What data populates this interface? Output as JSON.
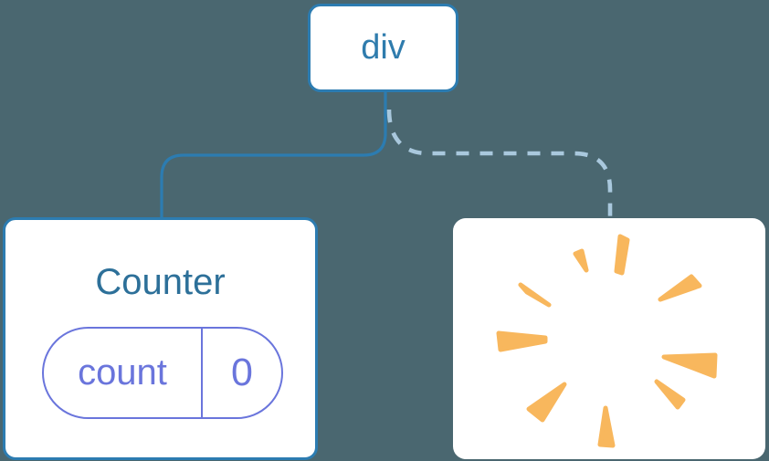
{
  "diagram": {
    "type": "react-render-tree",
    "root_node": {
      "label": "div"
    },
    "child_node": {
      "title": "Counter",
      "state_pill": {
        "key": "count",
        "value": "0"
      }
    },
    "removed_node": {
      "icon": "poof-sparks-icon",
      "meaning": "component removed from tree"
    },
    "edges": [
      {
        "from": "div",
        "to": "Counter",
        "style": "solid"
      },
      {
        "from": "div",
        "to": "removed",
        "style": "dashed"
      }
    ],
    "colors": {
      "canvas_bg": "#4A6770",
      "node_border": "#2C7CB1",
      "node_label": "#2F7CAD",
      "counter_title": "#2D7099",
      "solid_edge": "#2C7CB1",
      "dashed_edge": "#A9C8DD",
      "state_accent": "#6A75DC",
      "spark": "#F8B75D",
      "node_bg": "#FFFFFF"
    }
  }
}
